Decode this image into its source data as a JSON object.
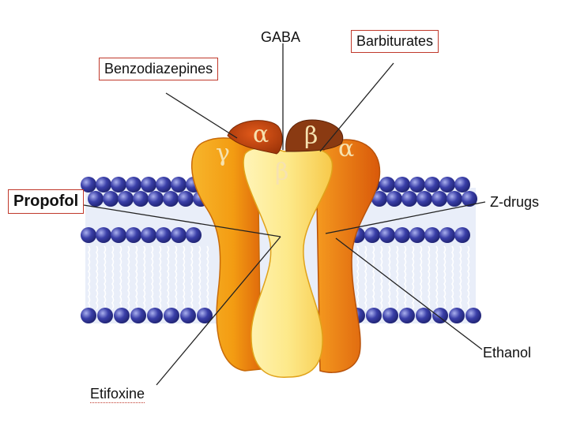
{
  "labels": {
    "gaba": "GABA",
    "barbiturates": "Barbiturates",
    "benzodiazepines": "Benzodiazepines",
    "propofol": "Propofol",
    "z_drugs": "Z-drugs",
    "ethanol": "Ethanol",
    "etifoxine": "Etifoxine"
  },
  "subunits": {
    "alpha_left": "α",
    "beta_top": "β",
    "alpha_right": "α",
    "gamma": "γ",
    "beta_center": "β"
  },
  "colors": {
    "highlight_box": "#c0392b",
    "lipid_head": "#3a3fa8",
    "membrane_fill": "#e9eef9",
    "channel_light": "#fde98a",
    "channel_orange": "#f39c12",
    "channel_dark": "#b84a10"
  }
}
